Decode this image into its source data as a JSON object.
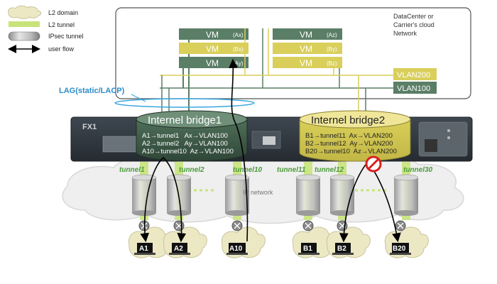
{
  "legend": {
    "items": [
      {
        "icon": "cloud-icon",
        "label": "L2 domain"
      },
      {
        "icon": "l2-tunnel-bar-icon",
        "label": "L2 tunnel"
      },
      {
        "icon": "ipsec-tunnel-cylinder-icon",
        "label": "IPsec tunnel"
      },
      {
        "icon": "double-arrow-icon",
        "label": "user flow"
      }
    ]
  },
  "datacenter": {
    "label_lines": [
      "DataCenter or",
      "Carrier's cloud",
      "Network"
    ]
  },
  "vms": [
    {
      "label": "VM",
      "tag": "(Ax)",
      "color": "#5a7e66"
    },
    {
      "label": "VM",
      "tag": "(Bx)",
      "color": "#d9cf5a"
    },
    {
      "label": "VM",
      "tag": "(Ay)",
      "color": "#5a7e66"
    },
    {
      "label": "VM",
      "tag": "(Az)",
      "color": "#5a7e66"
    },
    {
      "label": "VM",
      "tag": "(By)",
      "color": "#d9cf5a"
    },
    {
      "label": "VM",
      "tag": "(Bz)",
      "color": "#d9cf5a"
    }
  ],
  "vlans": [
    {
      "label": "VLAN200",
      "color": "#d9cf5a"
    },
    {
      "label": "VLAN100",
      "color": "#5a7e66"
    }
  ],
  "lag_label": "LAG(static/LACP)",
  "device_label": "FX1",
  "bridge1": {
    "title": "Internel bridge1",
    "rows": [
      "A1→tunnel1   Ax→VLAN100",
      "A2→tunnel2   Ay→VLAN100",
      "A10→tunnel10  Az→VLAN100"
    ]
  },
  "bridge2": {
    "title": "Internel bridge2",
    "rows": [
      "B1→tunnel11  Ax→VLAN200",
      "B2→tunnel12  Ay→VLAN200",
      "B20→tunnel10  Az→VLAN200"
    ]
  },
  "tunnels": [
    "tunnel1",
    "tunnel2",
    "tunnel10",
    "tunnel11",
    "tunnel12",
    "tunnel30"
  ],
  "network_label": "IP network",
  "clients": [
    "A1",
    "A2",
    "A10",
    "B1",
    "B2",
    "B20"
  ],
  "colors": {
    "green": "#5a7e66",
    "yellow": "#d9cf5a",
    "tunnel": "#c8e37a",
    "lag": "#3aa6e0",
    "blocked": "#d9201f"
  }
}
